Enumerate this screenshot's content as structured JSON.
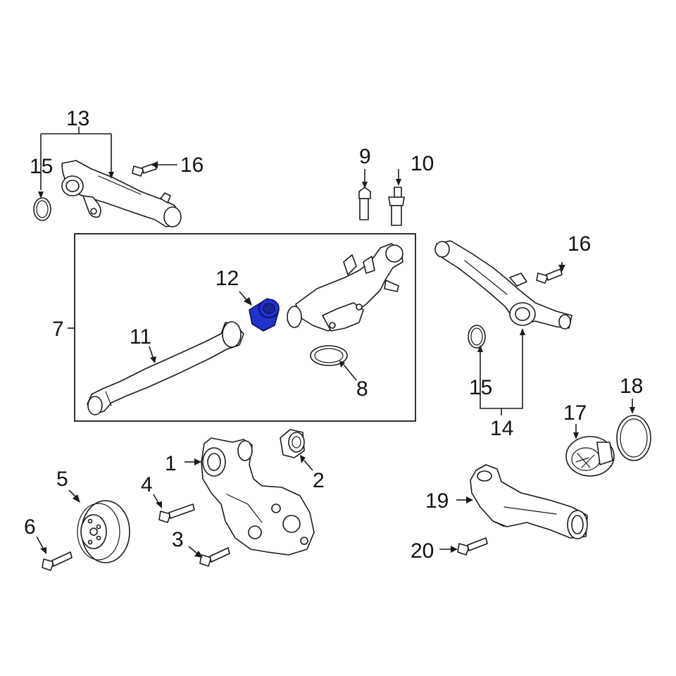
{
  "diagram": {
    "callouts": {
      "c1": "1",
      "c2": "2",
      "c3": "3",
      "c4": "4",
      "c5": "5",
      "c6": "6",
      "c7": "7",
      "c8": "8",
      "c9": "9",
      "c10": "10",
      "c11": "11",
      "c12": "12",
      "c13": "13",
      "c14": "14",
      "c15a": "15",
      "c15b": "15",
      "c16a": "16",
      "c16b": "16",
      "c17": "17",
      "c18": "18",
      "c19": "19",
      "c20": "20"
    },
    "highlighted_part": "12",
    "highlight_color": "#2233cc"
  }
}
